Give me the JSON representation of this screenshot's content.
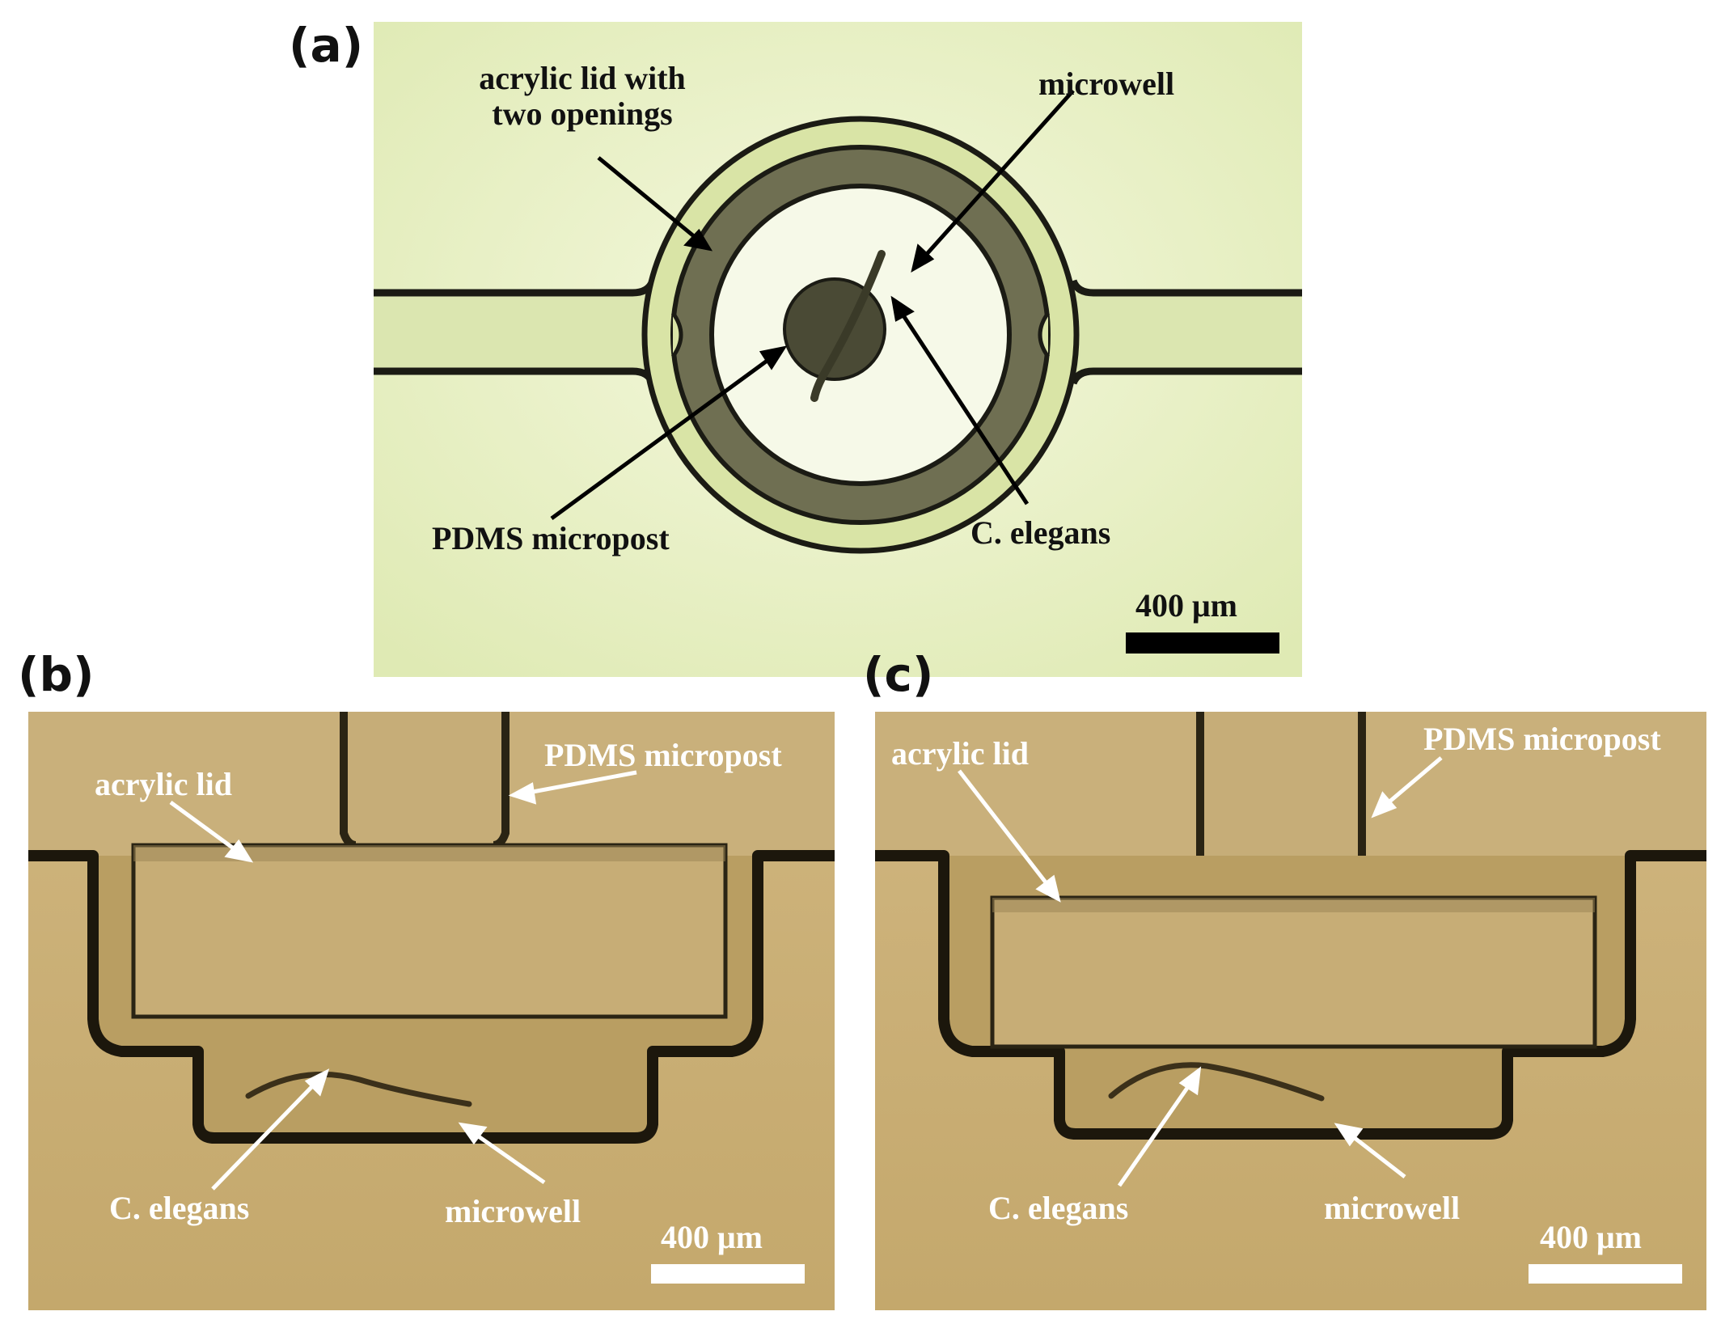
{
  "panels": {
    "a": {
      "letter": "(a)",
      "labels": {
        "lid": [
          "acrylic lid with",
          "two openings"
        ],
        "microwell": "microwell",
        "micropost": "PDMS micropost",
        "elegans": "C. elegans"
      },
      "scale": "400 μm"
    },
    "b": {
      "letter": "(b)",
      "labels": {
        "lid": "acrylic lid",
        "micropost": "PDMS micropost",
        "elegans": "C. elegans",
        "microwell": "microwell"
      },
      "scale": "400 μm"
    },
    "c": {
      "letter": "(c)",
      "labels": {
        "lid": "acrylic lid",
        "micropost": "PDMS micropost",
        "elegans": "C. elegans",
        "microwell": "microwell"
      },
      "scale": "400 μm"
    }
  },
  "colors": {
    "panel_a_bg": "#e9f2c6",
    "panel_bc_bg": "#c9ae74",
    "dark_ink": "#1b1b14",
    "white": "#ffffff"
  }
}
